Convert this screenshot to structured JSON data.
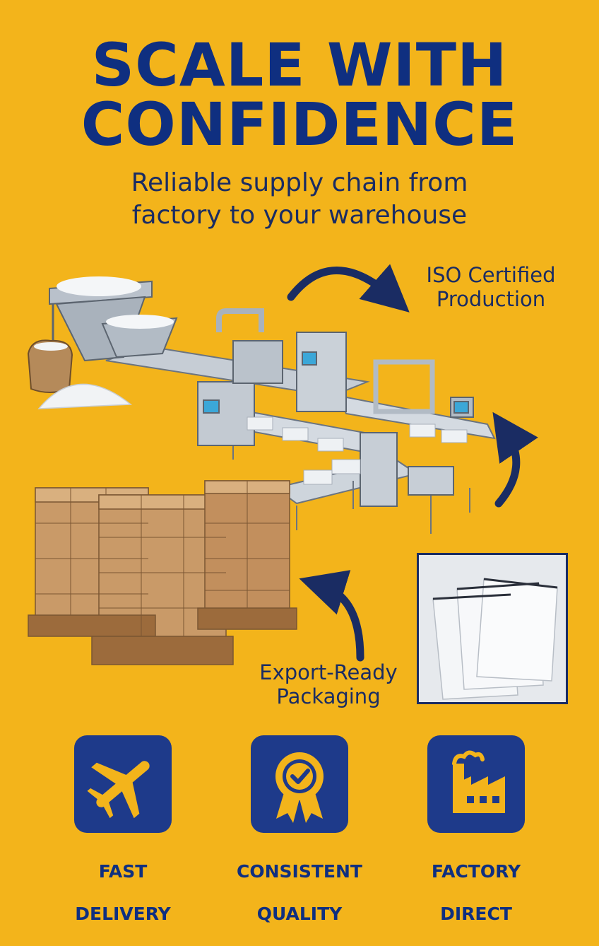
{
  "header": {
    "title_line1": "SCALE WITH",
    "title_line2": "CONFIDENCE",
    "subtitle_line1": "Reliable supply chain from",
    "subtitle_line2": "factory to your warehouse"
  },
  "callouts": {
    "iso_line1": "ISO Certified",
    "iso_line2": "Production",
    "export_line1": "Export-Ready",
    "export_line2": "Packaging"
  },
  "features": [
    {
      "label_line1": "FAST",
      "label_line2": "DELIVERY",
      "icon": "airplane-icon"
    },
    {
      "label_line1": "CONSISTENT",
      "label_line2": "QUALITY",
      "icon": "quality-badge-icon"
    },
    {
      "label_line1": "FACTORY",
      "label_line2": "DIRECT",
      "icon": "factory-icon"
    }
  ],
  "colors": {
    "background": "#F3B41B",
    "brand_navy": "#1E3A8A",
    "title_navy": "#0F2F80",
    "cardboard": "#C99A68"
  }
}
